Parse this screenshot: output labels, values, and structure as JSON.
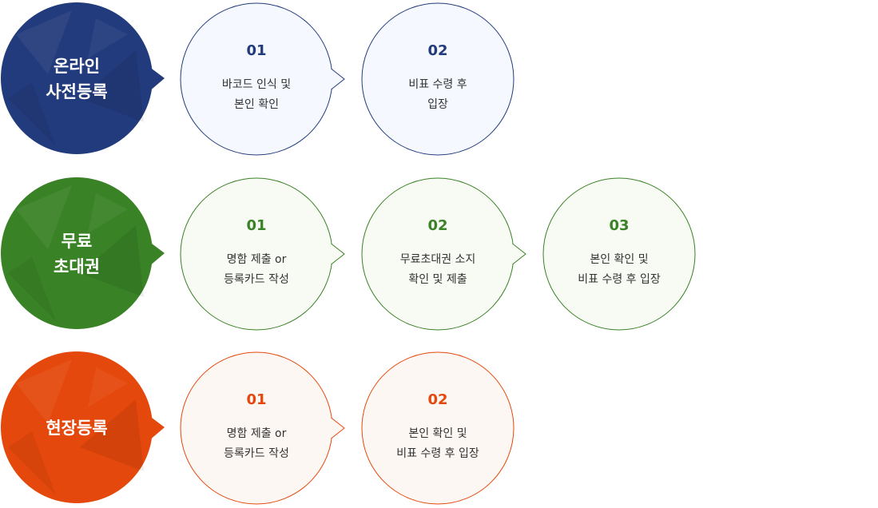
{
  "rows": [
    {
      "title_lines": [
        "온라인",
        "사전등록"
      ],
      "color": "#223b7c",
      "light": "#f5f8fe",
      "steps": [
        {
          "num": "01",
          "lines": [
            "바코드 인식 및",
            "본인 확인"
          ]
        },
        {
          "num": "02",
          "lines": [
            "비표 수령 후",
            "입장"
          ]
        }
      ]
    },
    {
      "title_lines": [
        "무료",
        "초대권"
      ],
      "color": "#3a8226",
      "light": "#f7fbf3",
      "steps": [
        {
          "num": "01",
          "lines": [
            "명함 제출 or",
            "등록카드 작성"
          ]
        },
        {
          "num": "02",
          "lines": [
            "무료초대권 소지",
            "확인 및 제출"
          ]
        },
        {
          "num": "03",
          "lines": [
            "본인 확인 및",
            "비표 수령 후 입장"
          ]
        }
      ]
    },
    {
      "title_lines": [
        "현장등록",
        ""
      ],
      "color": "#e4480c",
      "light": "#fdf7f3",
      "steps": [
        {
          "num": "01",
          "lines": [
            "명함 제출 or",
            "등록카드 작성"
          ]
        },
        {
          "num": "02",
          "lines": [
            "본인 확인 및",
            "비표 수령 후 입장"
          ]
        }
      ]
    }
  ]
}
